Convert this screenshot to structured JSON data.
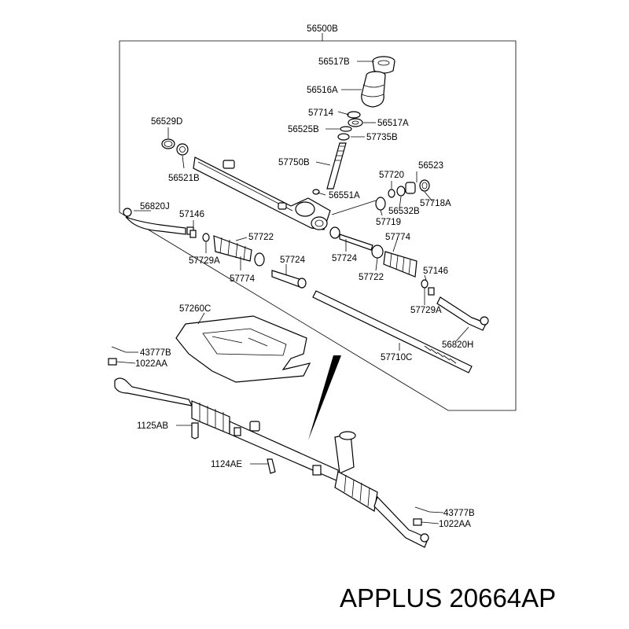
{
  "assembly_label": "56500B",
  "labels": {
    "p56517B": "56517B",
    "p56516A": "56516A",
    "p57714": "57714",
    "p56517A": "56517A",
    "p56525B": "56525B",
    "p57735B": "57735B",
    "p56529D": "56529D",
    "p56521B": "56521B",
    "p57750B": "57750B",
    "p56523": "56523",
    "p57720": "57720",
    "p57718A": "57718A",
    "p56551A": "56551A",
    "p56532B": "56532B",
    "p57719": "57719",
    "p56820J": "56820J",
    "p57146_left": "57146",
    "p57722_left": "57722",
    "p57774_right": "57774",
    "p57729A_left": "57729A",
    "p57774_left": "57774",
    "p57724_left": "57724",
    "p57724_right": "57724",
    "p57722_right": "57722",
    "p57146_right": "57146",
    "p57729A_right": "57729A",
    "p56820H": "56820H",
    "p57260C": "57260C",
    "p57710C": "57710C",
    "p43777B_top": "43777B",
    "p1022AA_top": "1022AA",
    "p1125AB": "1125AB",
    "p1124AE": "1124AE",
    "p43777B_bottom": "43777B",
    "p1022AA_bottom": "1022AA"
  },
  "brand_text": "APPLUS 20664AP"
}
